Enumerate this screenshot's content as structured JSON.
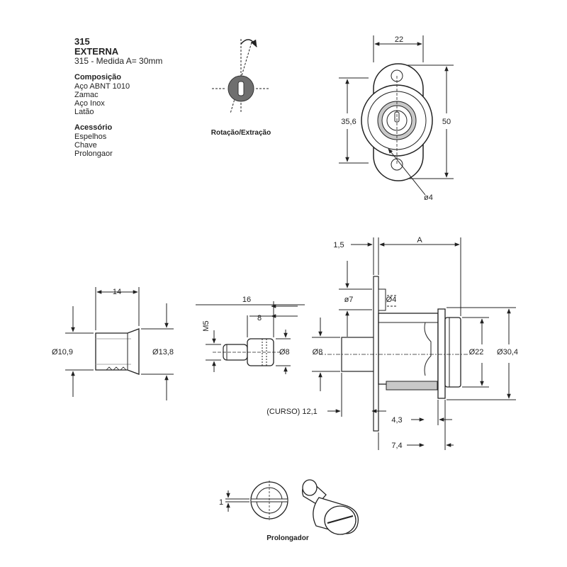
{
  "header": {
    "model": "315",
    "type": "EXTERNA",
    "description": "315 - Medida A= 30mm"
  },
  "composition": {
    "title": "Composição",
    "items": [
      "Aço ABNT 1010",
      "Zamac",
      "Aço Inox",
      "Latão"
    ]
  },
  "accessories": {
    "title": "Acessório",
    "items": [
      "Espelhos",
      "Chave",
      "Prolongaor"
    ]
  },
  "captions": {
    "rotation": "Rotação/Extração",
    "extender": "Prolongador"
  },
  "dimensions": {
    "front_width": "22",
    "front_height_inner": "35,6",
    "front_height_total": "50",
    "front_hole": "ø4",
    "bushing_length": "14",
    "bushing_inner": "Ø10,9",
    "bushing_outer": "Ø13,8",
    "extender_length": "16",
    "extender_head": "8",
    "extender_thread": "M5",
    "extender_diameter": "Ø8",
    "plate_thickness": "1,5",
    "dim_a": "A",
    "pin_diameter": "ø7",
    "plate_hole": "Ø4",
    "bolt_diameter": "Ø8",
    "cylinder_diameter": "Ø22",
    "flange_diameter": "Ø30,4",
    "stroke": "(CURSO) 12,1",
    "flange_offset": "4,3",
    "flange_depth": "7,4",
    "extender_slot": "1"
  },
  "colors": {
    "line": "#222222",
    "shade": "#c8c8c8",
    "fill": "#ffffff"
  }
}
